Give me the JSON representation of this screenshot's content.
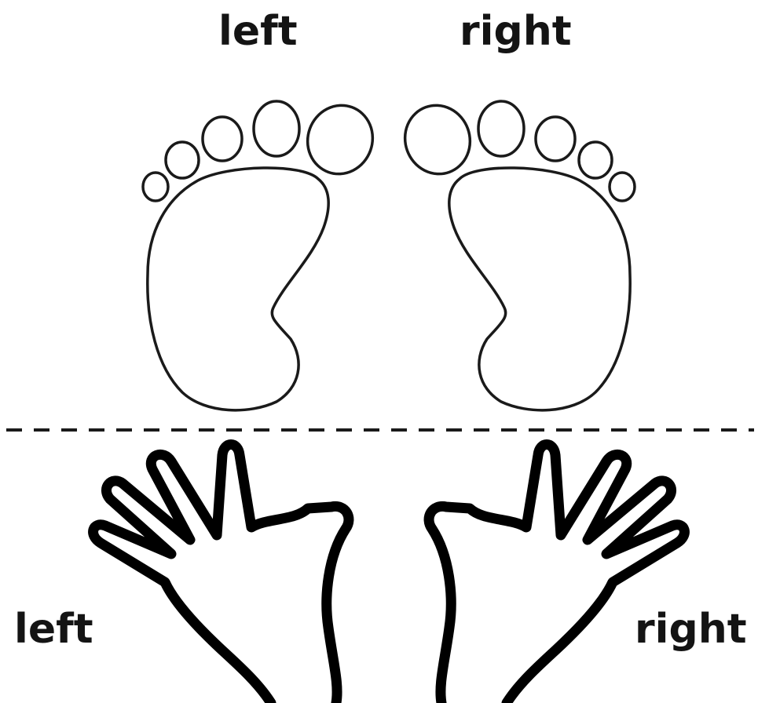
{
  "feet": {
    "left_label": "left",
    "right_label": "right"
  },
  "hands": {
    "left_label": "left",
    "right_label": "right"
  },
  "colors": {
    "background": "#ffffff",
    "outline": "#1a1a1a",
    "text": "#141414"
  }
}
